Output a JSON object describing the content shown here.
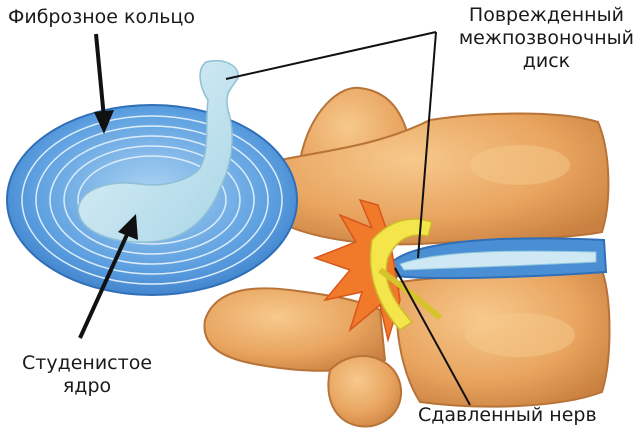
{
  "labels": {
    "annulus_fibrosus": "Фиброзное кольцо",
    "damaged_disc_line1": "Поврежденный",
    "damaged_disc_line2": "межпозвоночный",
    "damaged_disc_line3": "диск",
    "nucleus_line1": "Студенистое",
    "nucleus_line2": "ядро",
    "compressed_nerve": "Сдавленный нерв"
  },
  "colors": {
    "annulus_blue": "#4a8fd4",
    "annulus_ring": "#2f6fb8",
    "nucleus": "#bfe1ee",
    "bone": "#eaa964",
    "bone_shadow": "#c98040",
    "inflammation": "#f07a2a",
    "nerve": "#f4e64a",
    "pointer": "#111111"
  }
}
